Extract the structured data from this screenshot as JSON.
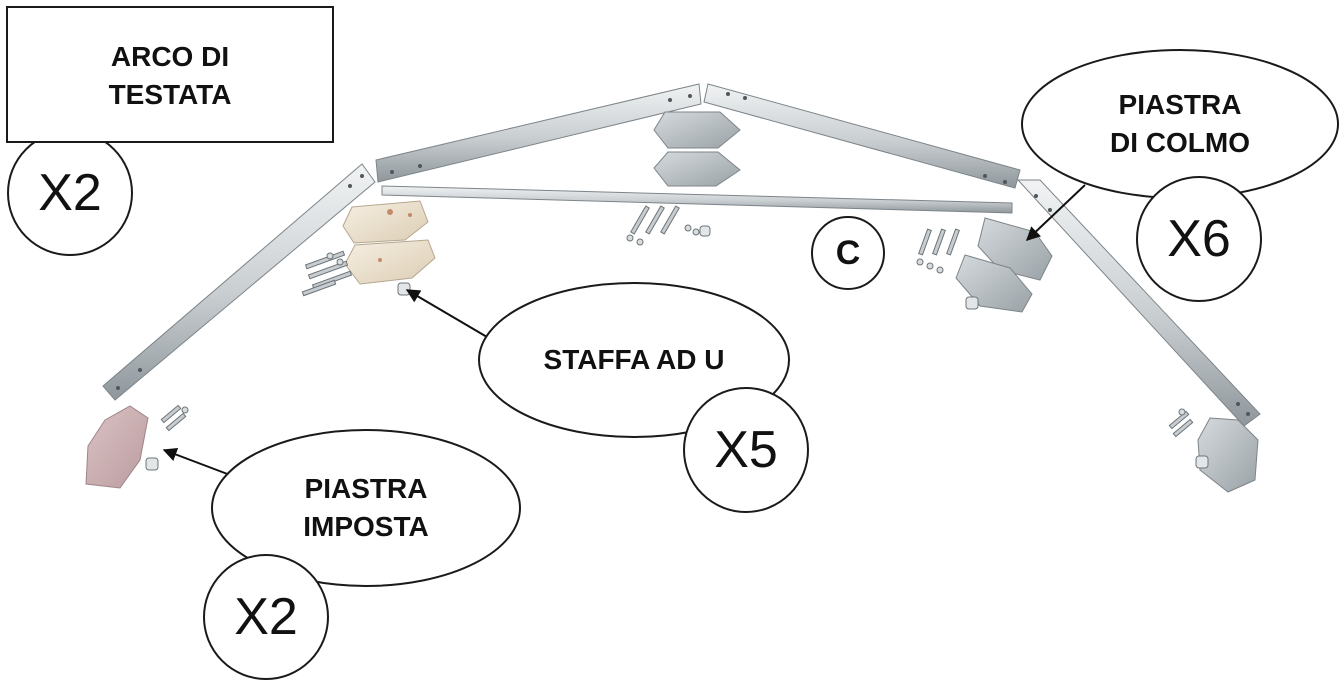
{
  "title": {
    "line1": "ARCO DI",
    "line2": "TESTATA",
    "quantity": "X2"
  },
  "callouts": {
    "ridge_plate": {
      "line1": "PIASTRA",
      "line2": "DI COLMO",
      "quantity": "X6"
    },
    "u_bracket": {
      "label": "STAFFA AD U",
      "quantity": "X5"
    },
    "base_plate": {
      "line1": "PIASTRA",
      "line2": "IMPOSTA",
      "quantity": "X2"
    },
    "marker_c": {
      "label": "C"
    }
  },
  "colors": {
    "steel_light": "#dde1e3",
    "steel_mid": "#b9bfc3",
    "steel_dark": "#8f979c",
    "primed_plate": "#ece3d2",
    "red_plate": "#cdb1b3",
    "outline": "#111111"
  }
}
